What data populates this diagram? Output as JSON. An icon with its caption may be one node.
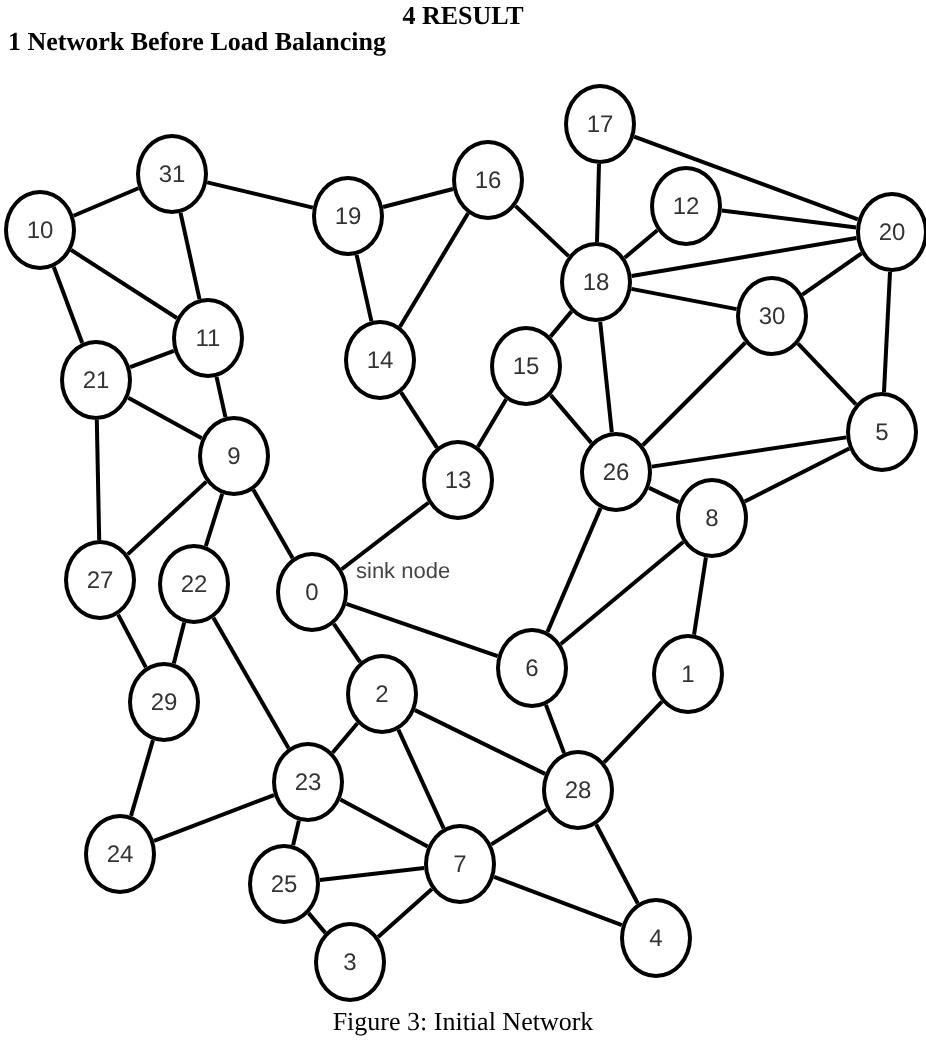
{
  "diagram": {
    "title": "4 RESULT",
    "caption": "Figure 3: Initial Network",
    "nodes": [
      {
        "text": [
          "10"
        ]
      },
      {
        "text": [
          "31"
        ]
      },
      {
        "text": [
          "19"
        ]
      },
      {
        "text": [
          "16"
        ]
      },
      {
        "text": [
          "17"
        ]
      },
      {
        "text": [
          "12"
        ]
      },
      {
        "text": [
          "20"
        ]
      },
      {
        "text": [
          "18"
        ]
      },
      {
        "text": [
          "30"
        ]
      },
      {
        "text": [
          "11"
        ]
      },
      {
        "text": [
          "21"
        ]
      },
      {
        "text": [
          "14"
        ]
      },
      {
        "text": [
          "15"
        ]
      },
      {
        "text": [
          "9"
        ]
      },
      {
        "text": [
          "13"
        ]
      },
      {
        "text": [
          "26"
        ]
      },
      {
        "text": [
          "5"
        ]
      },
      {
        "text": [
          "8"
        ]
      },
      {
        "text": [
          "27"
        ]
      },
      {
        "text": [
          "22"
        ]
      },
      {
        "text": [
          "0"
        ],
        "beside": [
          "sink node"
        ]
      },
      {
        "text": [
          "6"
        ]
      },
      {
        "text": [
          "1"
        ]
      },
      {
        "text": [
          "29"
        ]
      },
      {
        "text": [
          "2"
        ]
      },
      {
        "text": [
          "23"
        ]
      },
      {
        "text": [
          "28"
        ]
      },
      {
        "text": [
          "24"
        ]
      },
      {
        "text": [
          "7"
        ]
      },
      {
        "text": [
          "25"
        ]
      },
      {
        "text": [
          "4"
        ]
      },
      {
        "text": [
          "3"
        ]
      }
    ],
    "edges": [
      {
        "from": 0,
        "to": 1,
        "arrow": "none"
      },
      {
        "from": 1,
        "to": 2,
        "arrow": "none"
      },
      {
        "from": 2,
        "to": 3,
        "arrow": "none"
      },
      {
        "from": 0,
        "to": 9,
        "arrow": "none"
      },
      {
        "from": 1,
        "to": 9,
        "arrow": "none"
      },
      {
        "from": 0,
        "to": 10,
        "arrow": "none"
      },
      {
        "from": 10,
        "to": 9,
        "arrow": "none"
      },
      {
        "from": 9,
        "to": 13,
        "arrow": "none"
      },
      {
        "from": 10,
        "to": 13,
        "arrow": "none"
      },
      {
        "from": 10,
        "to": 18,
        "arrow": "none"
      },
      {
        "from": 13,
        "to": 18,
        "arrow": "none"
      },
      {
        "from": 13,
        "to": 19,
        "arrow": "none"
      },
      {
        "from": 13,
        "to": 20,
        "arrow": "none"
      },
      {
        "from": 2,
        "to": 11,
        "arrow": "none"
      },
      {
        "from": 3,
        "to": 11,
        "arrow": "none"
      },
      {
        "from": 11,
        "to": 14,
        "arrow": "none"
      },
      {
        "from": 14,
        "to": 20,
        "arrow": "none"
      },
      {
        "from": 3,
        "to": 7,
        "arrow": "none"
      },
      {
        "from": 4,
        "to": 7,
        "arrow": "none"
      },
      {
        "from": 4,
        "to": 6,
        "arrow": "none"
      },
      {
        "from": 5,
        "to": 7,
        "arrow": "none"
      },
      {
        "from": 5,
        "to": 6,
        "arrow": "none"
      },
      {
        "from": 7,
        "to": 6,
        "arrow": "none"
      },
      {
        "from": 7,
        "to": 8,
        "arrow": "none"
      },
      {
        "from": 8,
        "to": 6,
        "arrow": "none"
      },
      {
        "from": 6,
        "to": 16,
        "arrow": "none"
      },
      {
        "from": 8,
        "to": 16,
        "arrow": "none"
      },
      {
        "from": 7,
        "to": 12,
        "arrow": "none"
      },
      {
        "from": 12,
        "to": 14,
        "arrow": "none"
      },
      {
        "from": 12,
        "to": 15,
        "arrow": "none"
      },
      {
        "from": 7,
        "to": 15,
        "arrow": "none"
      },
      {
        "from": 8,
        "to": 15,
        "arrow": "none"
      },
      {
        "from": 15,
        "to": 16,
        "arrow": "none"
      },
      {
        "from": 15,
        "to": 17,
        "arrow": "none"
      },
      {
        "from": 17,
        "to": 16,
        "arrow": "none"
      },
      {
        "from": 15,
        "to": 21,
        "arrow": "none"
      },
      {
        "from": 17,
        "to": 21,
        "arrow": "none"
      },
      {
        "from": 17,
        "to": 22,
        "arrow": "none"
      },
      {
        "from": 20,
        "to": 21,
        "arrow": "none"
      },
      {
        "from": 20,
        "to": 24,
        "arrow": "none"
      },
      {
        "from": 21,
        "to": 26,
        "arrow": "none"
      },
      {
        "from": 22,
        "to": 26,
        "arrow": "none"
      },
      {
        "from": 24,
        "to": 26,
        "arrow": "none"
      },
      {
        "from": 18,
        "to": 23,
        "arrow": "none"
      },
      {
        "from": 19,
        "to": 23,
        "arrow": "none"
      },
      {
        "from": 23,
        "to": 27,
        "arrow": "none"
      },
      {
        "from": 19,
        "to": 25,
        "arrow": "none"
      },
      {
        "from": 24,
        "to": 25,
        "arrow": "none"
      },
      {
        "from": 24,
        "to": 28,
        "arrow": "none"
      },
      {
        "from": 25,
        "to": 27,
        "arrow": "none"
      },
      {
        "from": 25,
        "to": 29,
        "arrow": "none"
      },
      {
        "from": 25,
        "to": 28,
        "arrow": "none"
      },
      {
        "from": 29,
        "to": 28,
        "arrow": "none"
      },
      {
        "from": 29,
        "to": 31,
        "arrow": "none"
      },
      {
        "from": 31,
        "to": 28,
        "arrow": "none"
      },
      {
        "from": 28,
        "to": 26,
        "arrow": "none"
      },
      {
        "from": 28,
        "to": 30,
        "arrow": "none"
      },
      {
        "from": 26,
        "to": 30,
        "arrow": "none"
      }
    ],
    "labels": [
      "1 Network Before Load Balancing"
    ]
  }
}
